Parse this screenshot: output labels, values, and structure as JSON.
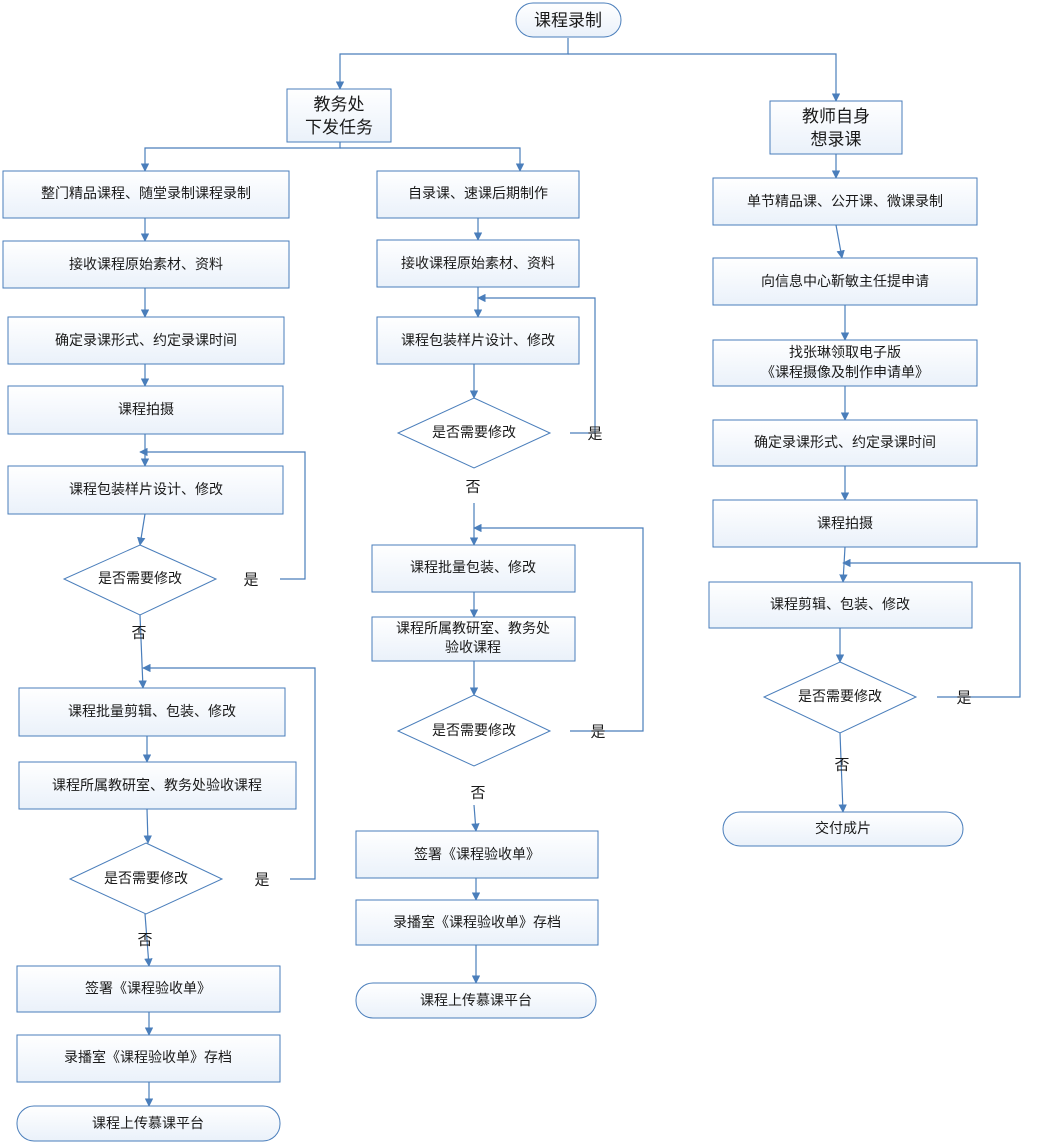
{
  "title": "课程录制",
  "branches": {
    "office": "教务处\n下发任务",
    "teacher": "教师自身\n想录课"
  },
  "left": {
    "n1": "整门精品课程、随堂录制课程录制",
    "n2": "接收课程原始素材、资料",
    "n3": "确定录课形式、约定录课时间",
    "n4": "课程拍摄",
    "n5": "课程包装样片设计、修改",
    "d1": "是否需要修改",
    "n6": "课程批量剪辑、包装、修改",
    "n7": "课程所属教研室、教务处验收课程",
    "d2": "是否需要修改",
    "n8": "签署《课程验收单》",
    "n9": "录播室《课程验收单》存档",
    "end": "课程上传慕课平台"
  },
  "middle": {
    "n1": "自录课、速课后期制作",
    "n2": "接收课程原始素材、资料",
    "n3": "课程包装样片设计、修改",
    "d1": "是否需要修改",
    "n4": "课程批量包装、修改",
    "n5": "课程所属教研室、教务处\n验收课程",
    "d2": "是否需要修改",
    "n6": "签署《课程验收单》",
    "n7": "录播室《课程验收单》存档",
    "end": "课程上传慕课平台"
  },
  "right": {
    "n1": "单节精品课、公开课、微课录制",
    "n2": "向信息中心靳敏主任提申请",
    "n3": "找张琳领取电子版\n《课程摄像及制作申请单》",
    "n4": "确定录课形式、约定录课时间",
    "n5": "课程拍摄",
    "n6": "课程剪辑、包装、修改",
    "d1": "是否需要修改",
    "end": "交付成片"
  },
  "labels": {
    "yes": "是",
    "no": "否"
  }
}
